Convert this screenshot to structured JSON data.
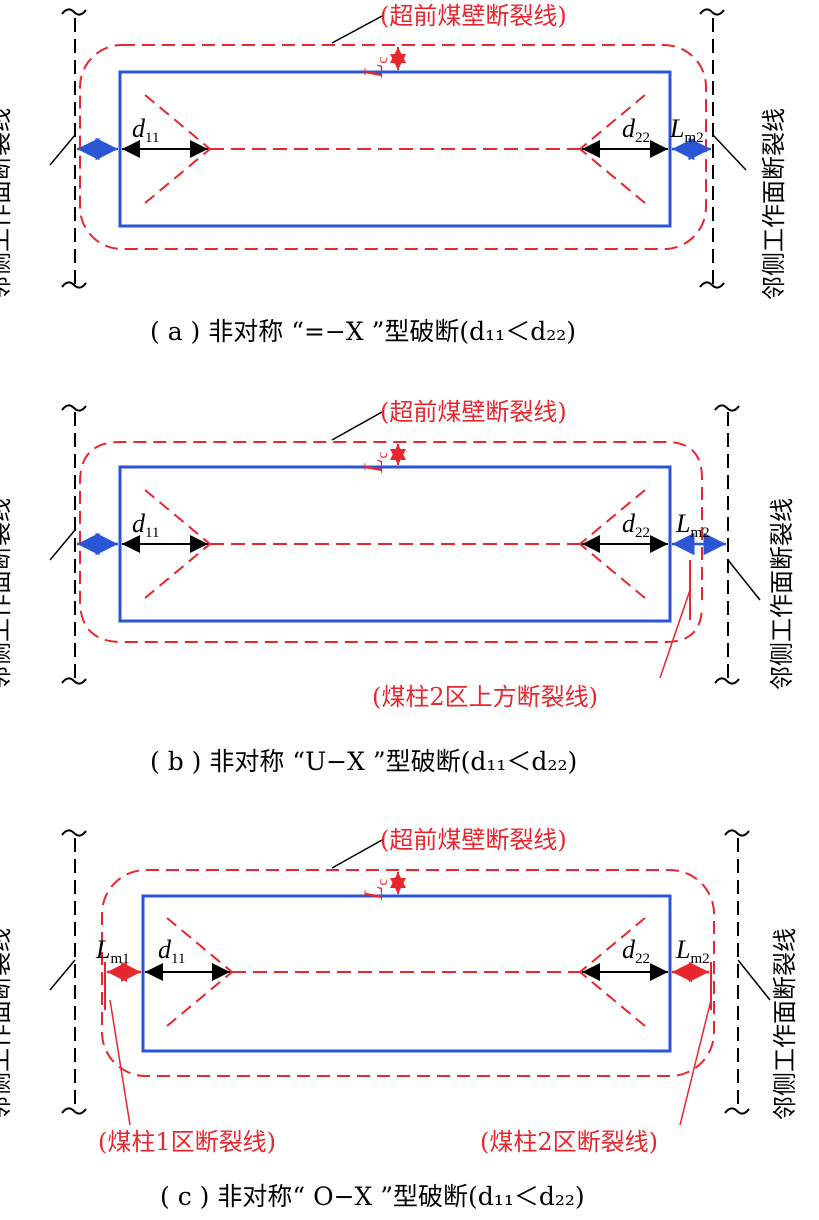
{
  "panels": [
    {
      "top_label": "(超前煤壁断裂线)",
      "lc": "L",
      "lc_sub": "c",
      "d_left": "d",
      "d_left_sub": "11",
      "d_right": "d",
      "d_right_sub": "22",
      "lm1": "",
      "lm1_sub": "",
      "lm2": "L",
      "lm2_sub": "m2",
      "side_left": "邻侧工作面断裂线",
      "side_right": "邻侧工作面断裂线",
      "extra_label_left": "",
      "extra_label_right": "",
      "caption": "( a ) 非对称 “=−X ”型破断(d₁₁＜d₂₂)"
    },
    {
      "top_label": "(超前煤壁断裂线)",
      "lc": "L",
      "lc_sub": "c",
      "d_left": "d",
      "d_left_sub": "11",
      "d_right": "d",
      "d_right_sub": "22",
      "lm1": "",
      "lm1_sub": "",
      "lm2": "L",
      "lm2_sub": "m2",
      "side_left": "邻侧工作面断裂线",
      "side_right": "邻侧工作面断裂线",
      "extra_label_left": "",
      "extra_label_right": "(煤柱2区上方断裂线)",
      "caption": "( b ) 非对称 “U−X ”型破断(d₁₁＜d₂₂)"
    },
    {
      "top_label": "(超前煤壁断裂线)",
      "lc": "L",
      "lc_sub": "c",
      "d_left": "d",
      "d_left_sub": "11",
      "d_right": "d",
      "d_right_sub": "22",
      "lm1": "L",
      "lm1_sub": "m1",
      "lm2": "L",
      "lm2_sub": "m2",
      "side_left": "邻侧工作面断裂线",
      "side_right": "邻侧工作面断裂线",
      "extra_label_left": "(煤柱1区断裂线)",
      "extra_label_right": "(煤柱2区断裂线)",
      "caption": "( c ) 非对称“ O−X ”型破断(d₁₁＜d₂₂)"
    }
  ],
  "colors": {
    "panel_blue": "#2a56d6",
    "fracture_red": "#e8262d",
    "dim_black": "#000000"
  }
}
